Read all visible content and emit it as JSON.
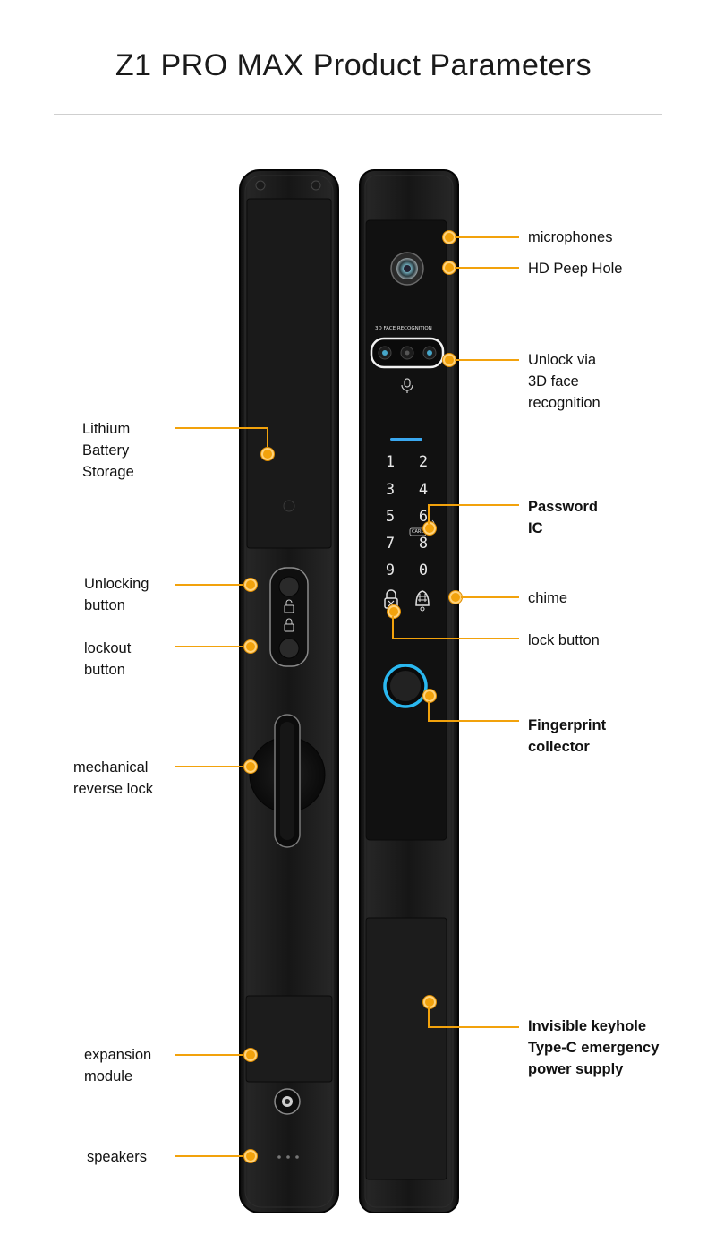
{
  "page": {
    "title": "Z1 PRO MAX Product Parameters"
  },
  "colors": {
    "accent": "#f2a20c",
    "lock_body": "#141414",
    "fingerprint_ring": "#2ab8f0"
  },
  "lock": {
    "face_text": "3D FACE RECOGNITION",
    "card_text": "CARD",
    "keypad": [
      "1",
      "2",
      "3",
      "4",
      "5",
      "6",
      "7",
      "8",
      "9",
      "0"
    ]
  },
  "labels": {
    "microphones": "microphones",
    "hd_peep_hole": "HD Peep Hole",
    "face_recognition": "Unlock via\n3D face\nrecognition",
    "lithium_battery": "Lithium\nBattery\nStorage",
    "password_ic": "Password\nIC",
    "unlocking_button": "Unlocking\nbutton",
    "chime": "chime",
    "lockout_button": "lockout\nbutton",
    "lock_button": "lock button",
    "fingerprint": "Fingerprint\ncollector",
    "mechanical_lock": "mechanical\nreverse lock",
    "keyhole": "Invisible keyhole\nType-C emergency\npower supply",
    "expansion_module": "expansion\nmodule",
    "speakers": "speakers"
  }
}
